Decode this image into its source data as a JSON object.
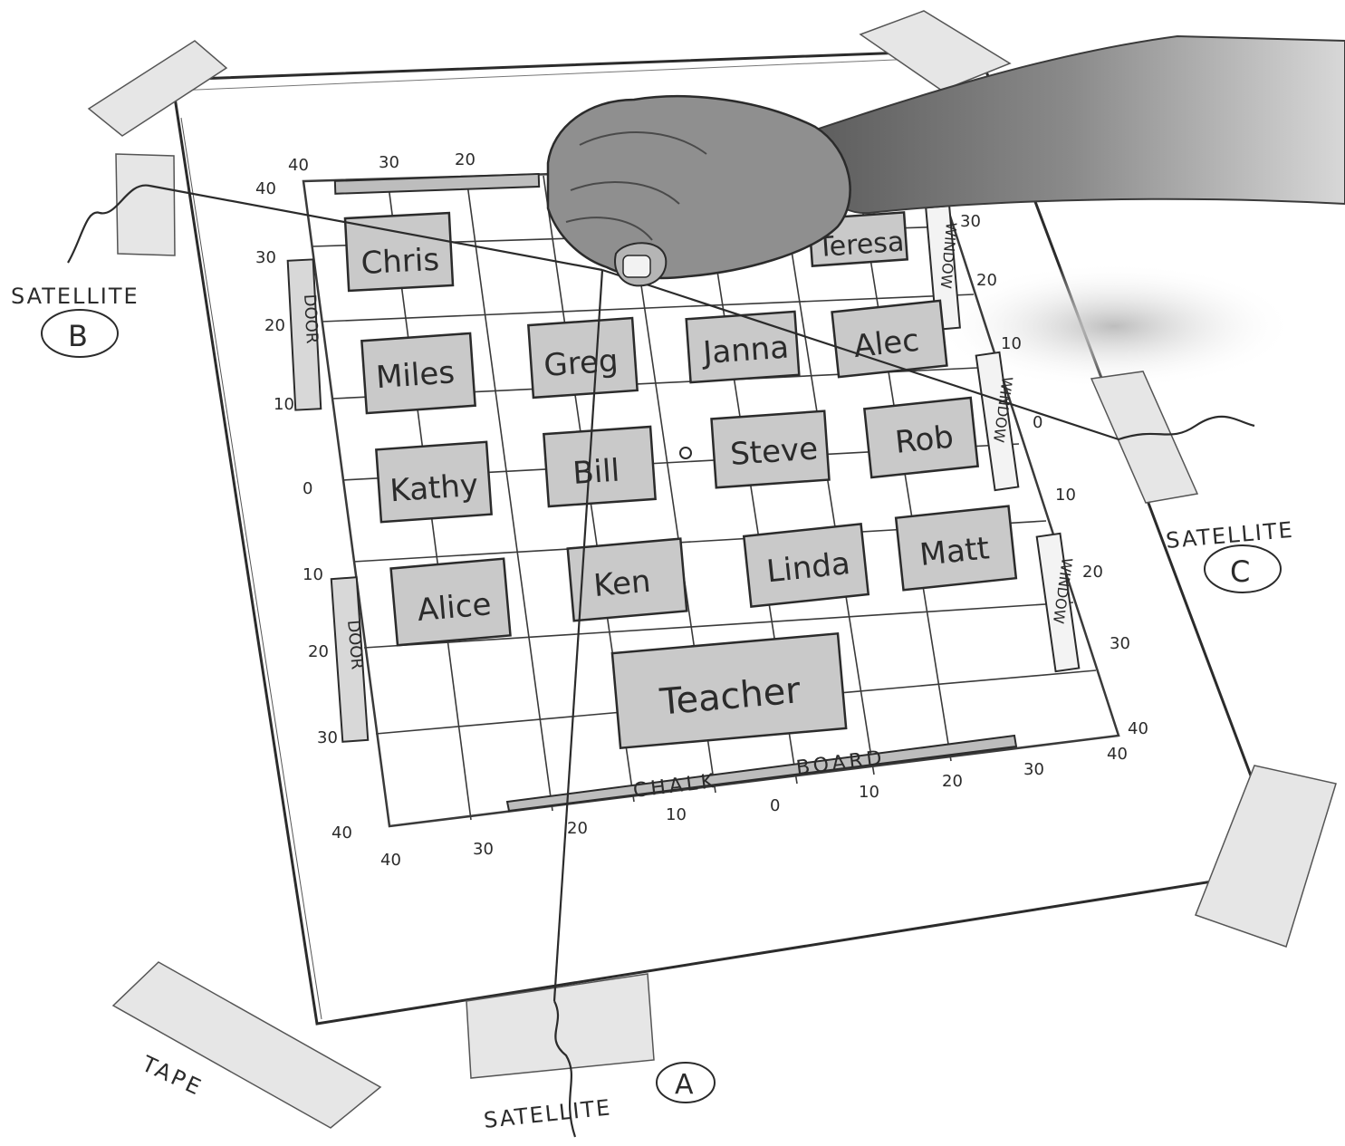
{
  "diagram": {
    "top_axis_labels": [
      "40",
      "30",
      "20"
    ],
    "left_axis_labels": [
      "40",
      "30",
      "20",
      "10",
      "0",
      "10",
      "20",
      "30",
      "40"
    ],
    "bottom_axis_labels": [
      "40",
      "30",
      "20",
      "10",
      "0",
      "10",
      "20",
      "30",
      "40"
    ],
    "right_axis_labels": [
      "30",
      "20",
      "10",
      "0",
      "10",
      "20",
      "30",
      "40"
    ],
    "door_label": "DOOR",
    "window_label": "WINDOW",
    "chalkboard_labels": [
      "CHALK",
      "BOARD"
    ],
    "desks": [
      "Chris",
      "Teresa",
      "Miles",
      "Greg",
      "Janna",
      "Alec",
      "Kathy",
      "Bill",
      "Steve",
      "Rob",
      "Alice",
      "Ken",
      "Linda",
      "Matt",
      "Teacher"
    ],
    "satellites": [
      {
        "title": "SATELLITE",
        "letter": "B"
      },
      {
        "title": "SATELLITE",
        "letter": "C"
      },
      {
        "title": "SATELLITE",
        "letter": "A"
      }
    ],
    "tape_label": "TAPE"
  },
  "colors": {
    "ink": "#2b2b2b",
    "desk_fill": "#c9c9c9",
    "tape_fill": "#e6e6e6",
    "paper": "#ffffff",
    "skin_shade": "#9a9a9a"
  }
}
